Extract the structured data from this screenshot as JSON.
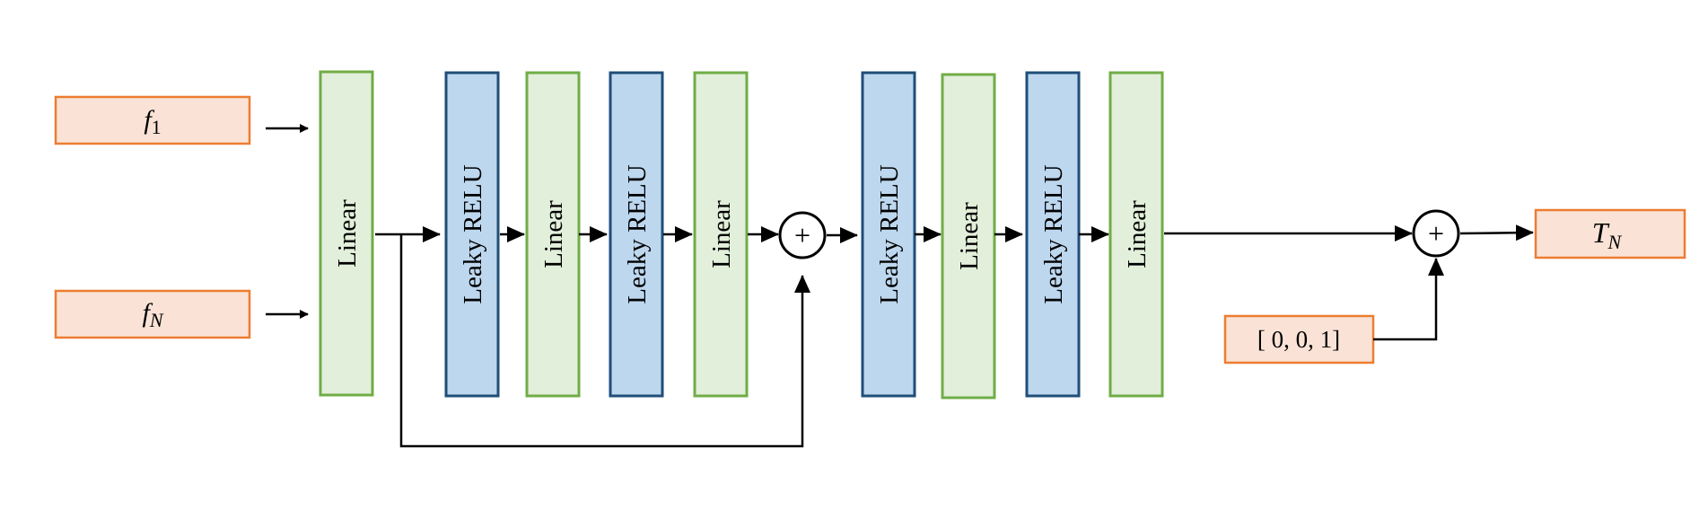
{
  "colors": {
    "input_fill": "#fae3d6",
    "input_stroke": "#ec7d31",
    "linear_fill": "#e2efda",
    "linear_stroke": "#70ad46",
    "relu_fill": "#bdd7ee",
    "relu_stroke": "#1f4e79",
    "line": "#000000"
  },
  "inputs": {
    "f1": {
      "main": "f",
      "sub": "1"
    },
    "fN": {
      "main": "f",
      "sub": "N"
    },
    "vector": "[ 0, 0, 1]",
    "output": {
      "main": "T",
      "sub": "N"
    }
  },
  "layers": [
    {
      "kind": "linear",
      "label": "Linear"
    },
    {
      "kind": "relu",
      "label": "Leaky RELU"
    },
    {
      "kind": "linear",
      "label": "Linear"
    },
    {
      "kind": "relu",
      "label": "Leaky RELU"
    },
    {
      "kind": "linear",
      "label": "Linear"
    },
    {
      "kind": "relu",
      "label": "Leaky RELU"
    },
    {
      "kind": "linear",
      "label": "Linear"
    },
    {
      "kind": "relu",
      "label": "Leaky RELU"
    },
    {
      "kind": "linear",
      "label": "Linear"
    }
  ],
  "operators": {
    "add_1": "+",
    "add_2": "+"
  },
  "edges": [
    "f1-to-linear-0",
    "fN-to-linear-0",
    "linear-0-to-relu-1",
    "relu-1-to-linear-2",
    "linear-2-to-relu-3",
    "relu-3-to-linear-4",
    "linear-4-to-add-1",
    "skip-linear-0-to-add-1",
    "add-1-to-relu-5",
    "relu-5-to-linear-6",
    "linear-6-to-relu-7",
    "relu-7-to-linear-8",
    "linear-8-to-add-2",
    "vector-to-add-2",
    "add-2-to-output"
  ]
}
